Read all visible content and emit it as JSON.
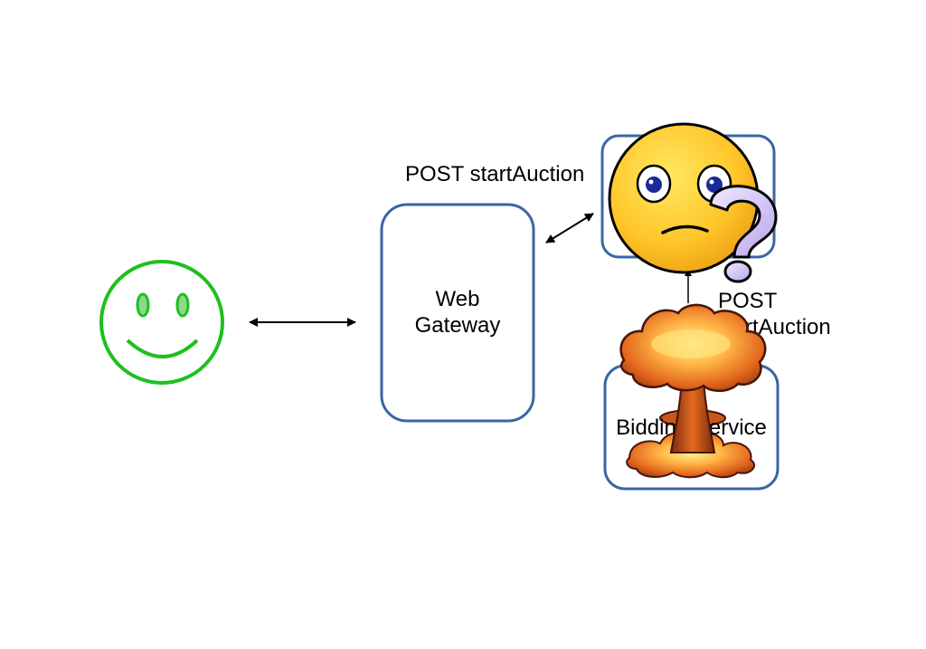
{
  "diagram": {
    "nodes": {
      "user": {
        "icon": "smiley-face-icon",
        "color": "#1ec01e"
      },
      "web_gateway": {
        "label_line1": "Web",
        "label_line2": "Gateway"
      },
      "auction_service": {
        "icon": "confused-face-question-icon"
      },
      "bidding_service": {
        "label": "Bidding Service",
        "icon": "mushroom-cloud-explosion-icon"
      }
    },
    "edges": {
      "gateway_to_auction": {
        "label": "POST startAuction"
      },
      "bidding_to_auction": {
        "label_line1": "POST",
        "label_line2": "startAuction"
      }
    },
    "colors": {
      "box_border": "#3a66a4",
      "arrow": "#000000"
    }
  }
}
